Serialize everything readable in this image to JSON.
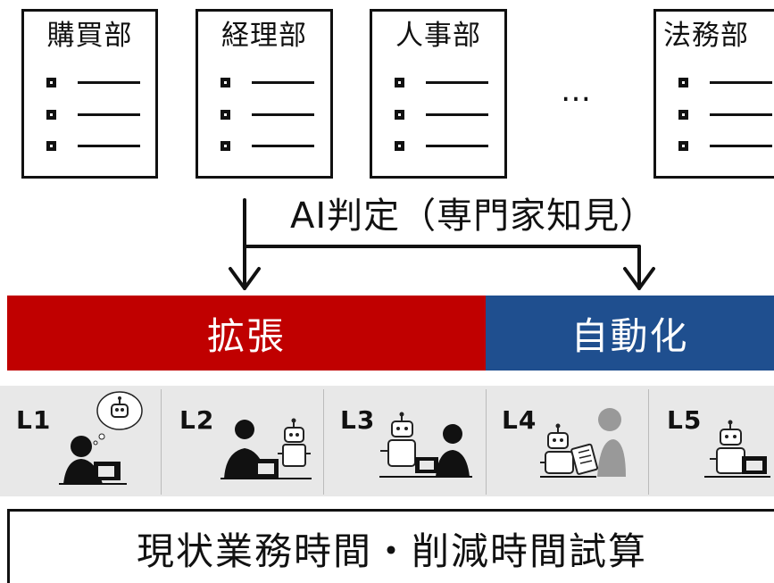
{
  "departments": [
    {
      "name": "購買部"
    },
    {
      "name": "経理部"
    },
    {
      "name": "人事部"
    },
    {
      "name": "法務部"
    }
  ],
  "ellipsis": "…",
  "flow_label": "AI判定（専門家知見）",
  "bands": {
    "left_label": "拡張",
    "right_label": "自動化",
    "left_color": "#c00000",
    "right_color": "#1f4f8f"
  },
  "levels": [
    {
      "label": "L1",
      "icon": "person-thinking-of-robot-icon"
    },
    {
      "label": "L2",
      "icon": "person-with-robot-helper-icon"
    },
    {
      "label": "L3",
      "icon": "robot-and-person-working-icon"
    },
    {
      "label": "L4",
      "icon": "robot-working-person-reviewing-icon"
    },
    {
      "label": "L5",
      "icon": "robot-working-alone-icon"
    }
  ],
  "bottom_label": "現状業務時間・削減時間試算"
}
